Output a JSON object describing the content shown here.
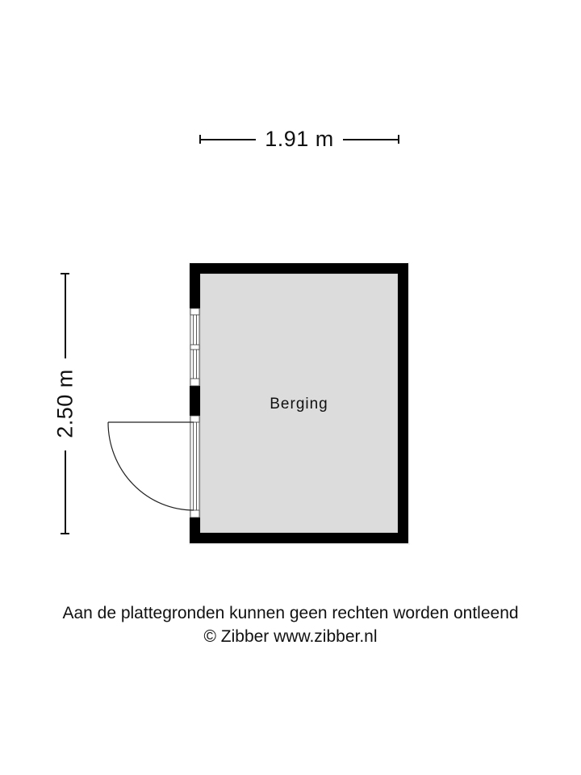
{
  "dimensions": {
    "width": {
      "label": "1.91 m",
      "value_m": 1.91
    },
    "height": {
      "label": "2.50 m",
      "value_m": 2.5
    }
  },
  "rooms": [
    {
      "name": "Berging",
      "fill": "#dcdcdc"
    }
  ],
  "elements": {
    "walls": {
      "color": "#000000"
    },
    "windows": [
      {
        "wall": "west",
        "panes": 2
      }
    ],
    "doors": [
      {
        "wall": "west",
        "swing": "outward"
      }
    ]
  },
  "footer": {
    "disclaimer": "Aan de plattegronden kunnen geen rechten worden ontleend",
    "copyright": "© Zibber www.zibber.nl"
  }
}
